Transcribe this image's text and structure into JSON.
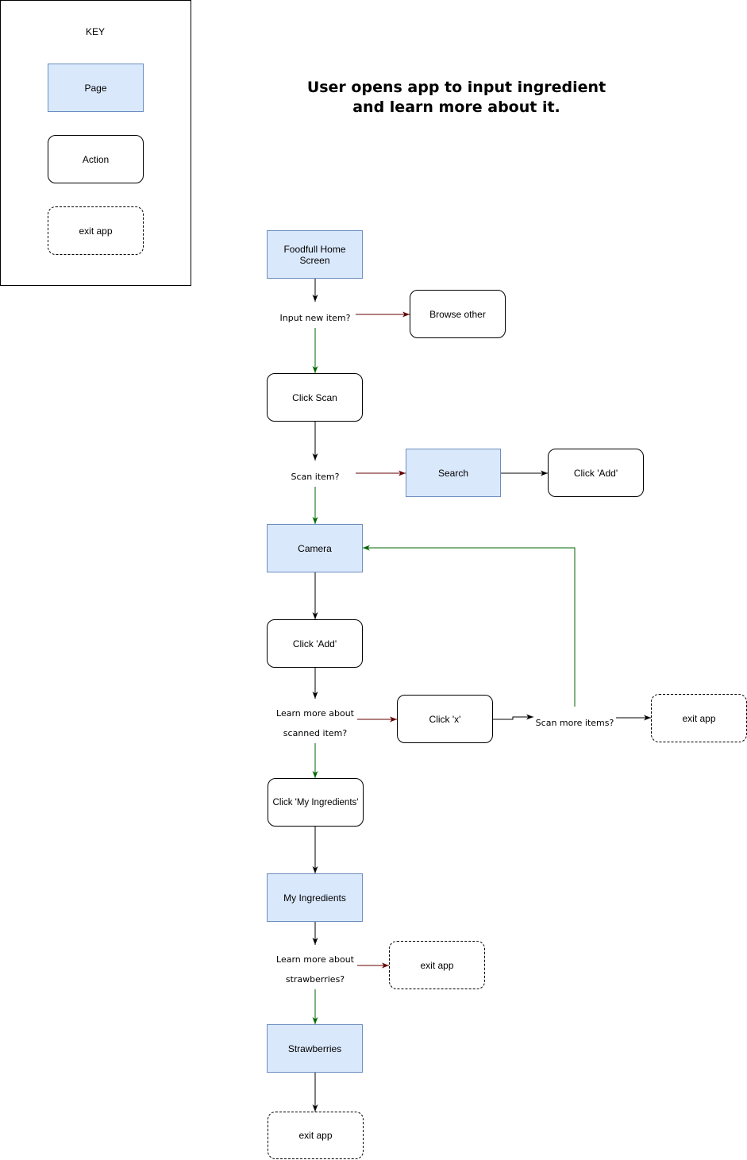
{
  "title": "User opens app to input ingredient and learn more about it.",
  "key": {
    "heading": "KEY",
    "page_label": "Page",
    "action_label": "Action",
    "exit_label": "exit app"
  },
  "nodes": {
    "home": "Foodfull Home Screen",
    "input_q": "Input new item?",
    "browse": "Browse other",
    "click_scan": "Click Scan",
    "scan_q": "Scan item?",
    "search": "Search",
    "click_add_search": "Click 'Add'",
    "camera": "Camera",
    "click_add": "Click 'Add'",
    "learn_scanned_q": "Learn more about scanned item?",
    "click_x": "Click 'x'",
    "scan_more_q": "Scan more items?",
    "exit_scan_more": "exit app",
    "click_my_ingredients": "Click 'My Ingredients'",
    "my_ingredients": "My Ingredients",
    "learn_strawberries_q": "Learn more about strawberries?",
    "exit_strawberries": "exit app",
    "strawberries": "Strawberries",
    "exit_final": "exit app"
  },
  "colors": {
    "page_fill": "#dae8fc",
    "page_stroke": "#6c8ebf",
    "yes_arrow": "#006600",
    "no_arrow": "#660000",
    "default_arrow": "#000000"
  }
}
